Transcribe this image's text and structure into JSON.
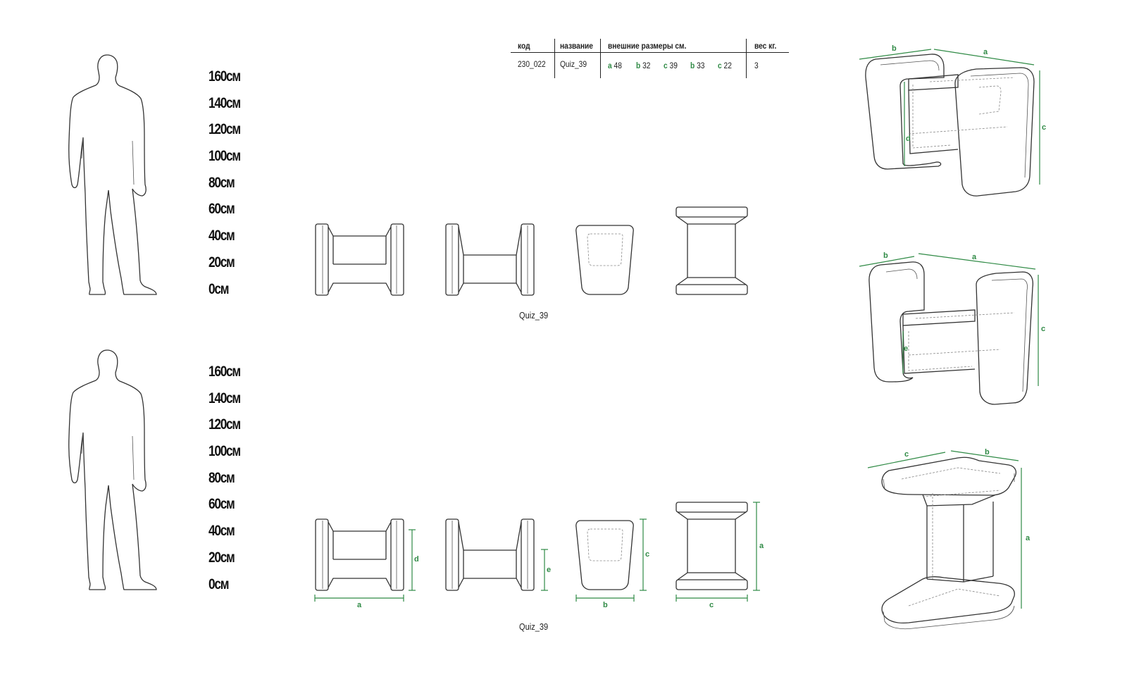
{
  "scale": {
    "labels": [
      "160см",
      "140см",
      "120см",
      "100см",
      "80см",
      "60см",
      "40см",
      "20см",
      "0см"
    ]
  },
  "spec_table": {
    "headers": {
      "code": "код",
      "name": "название",
      "dims": "внешние размеры см.",
      "weight": "вес кг."
    },
    "row": {
      "code": "230_022",
      "name": "Quiz_39",
      "dims": [
        {
          "key": "a",
          "value": "48"
        },
        {
          "key": "b",
          "value": "32"
        },
        {
          "key": "c",
          "value": "39"
        },
        {
          "key": "b",
          "value": "33"
        },
        {
          "key": "c",
          "value": "22"
        }
      ],
      "weight": "3"
    }
  },
  "captions": {
    "top": "Quiz_39",
    "bottom": "Quiz_39"
  },
  "dimension_letters": {
    "a": "a",
    "b": "b",
    "c": "c",
    "d": "d",
    "e": "e"
  },
  "colors": {
    "outline": "#333333",
    "dimension": "#2f8a45"
  }
}
